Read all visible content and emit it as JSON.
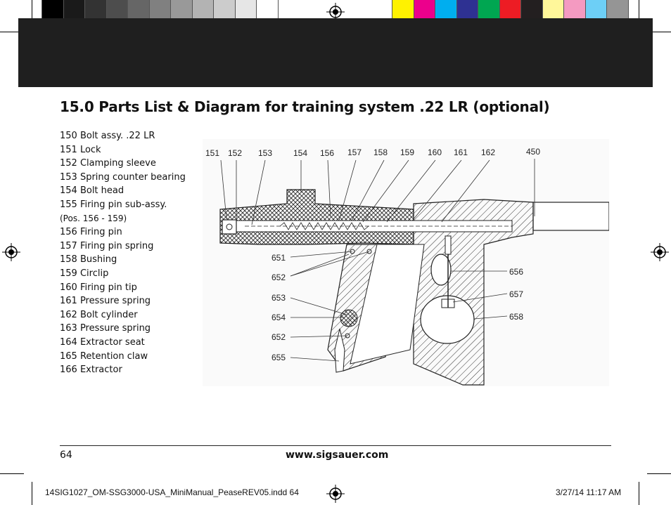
{
  "print_marks": {
    "gray_swatches": [
      "#000000",
      "#1a1a1a",
      "#333333",
      "#4d4d4d",
      "#666666",
      "#808080",
      "#999999",
      "#b3b3b3",
      "#cccccc",
      "#e6e6e6",
      "#ffffff"
    ],
    "color_swatches": [
      "#fff200",
      "#ec008c",
      "#00aeef",
      "#2e3192",
      "#00a651",
      "#ed1c24",
      "#231f20",
      "#fff79a",
      "#f49ac1",
      "#6dcff6",
      "#959595"
    ]
  },
  "header_band_color": "#1f1f1f",
  "page_title": "15.0 Parts List & Diagram for training system .22 LR (optional)",
  "parts_list": [
    "150 Bolt assy. .22 LR",
    "151 Lock",
    "152 Clamping sleeve",
    "153 Spring counter bearing",
    "154 Bolt head",
    "155 Firing pin sub-assy.",
    "(Pos. 156 - 159)",
    "156 Firing pin",
    "157 Firing pin spring",
    "158 Bushing",
    "159 Circlip",
    "160 Firing pin tip",
    "161 Pressure spring",
    "162 Bolt cylinder",
    "163 Pressure spring",
    "164 Extractor seat",
    "165 Retention claw",
    "166 Extractor"
  ],
  "diagram": {
    "top_callouts": [
      "151",
      "152",
      "153",
      "154",
      "156",
      "157",
      "158",
      "159",
      "160",
      "161",
      "162",
      "450"
    ],
    "left_callouts": [
      "651",
      "652",
      "653",
      "654",
      "652",
      "655"
    ],
    "right_callouts": [
      "656",
      "657",
      "658"
    ]
  },
  "footer": {
    "page_number": "64",
    "website": "www.sigsauer.com"
  },
  "slug": {
    "file_info": "14SIG1027_OM-SSG3000-USA_MiniManual_PeaseREV05.indd   64",
    "date_info": "3/27/14   11:17 AM"
  }
}
